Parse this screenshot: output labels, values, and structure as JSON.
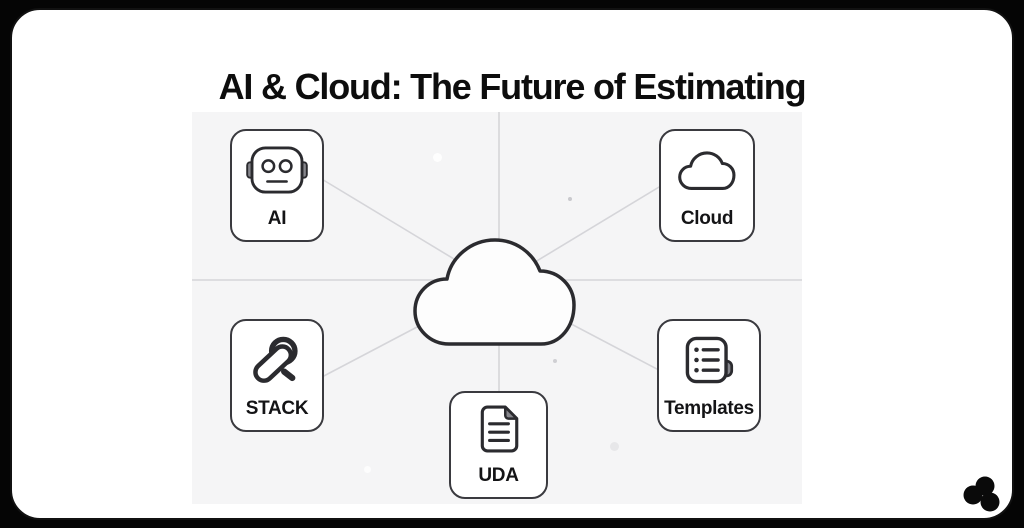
{
  "title": "AI & Cloud: The Future of Estimating",
  "colors": {
    "page_background": "#050505",
    "card_background": "#ffffff",
    "card_border": "#111111",
    "canvas_background": "#f5f5f6",
    "connector_line": "#d5d5d9",
    "icon_stroke": "#2b2b2f",
    "node_border": "#3a3a3f",
    "text": "#0d0d0d",
    "logo": "#0a0a0a"
  },
  "diagram": {
    "center": {
      "icon": "cloud-icon"
    },
    "nodes": [
      {
        "id": "ai",
        "label": "AI",
        "icon": "robot-icon",
        "position": "top-left"
      },
      {
        "id": "cloud",
        "label": "Cloud",
        "icon": "cloud-icon",
        "position": "top-right"
      },
      {
        "id": "stack",
        "label": "STACK",
        "icon": "stack-loop-icon",
        "position": "bottom-left"
      },
      {
        "id": "uda",
        "label": "UDA",
        "icon": "document-icon",
        "position": "bottom-center"
      },
      {
        "id": "templates",
        "label": "Templates",
        "icon": "list-icon",
        "position": "bottom-right"
      }
    ],
    "connector_count": 8
  },
  "logo": {
    "name": "trefoil-logo"
  }
}
